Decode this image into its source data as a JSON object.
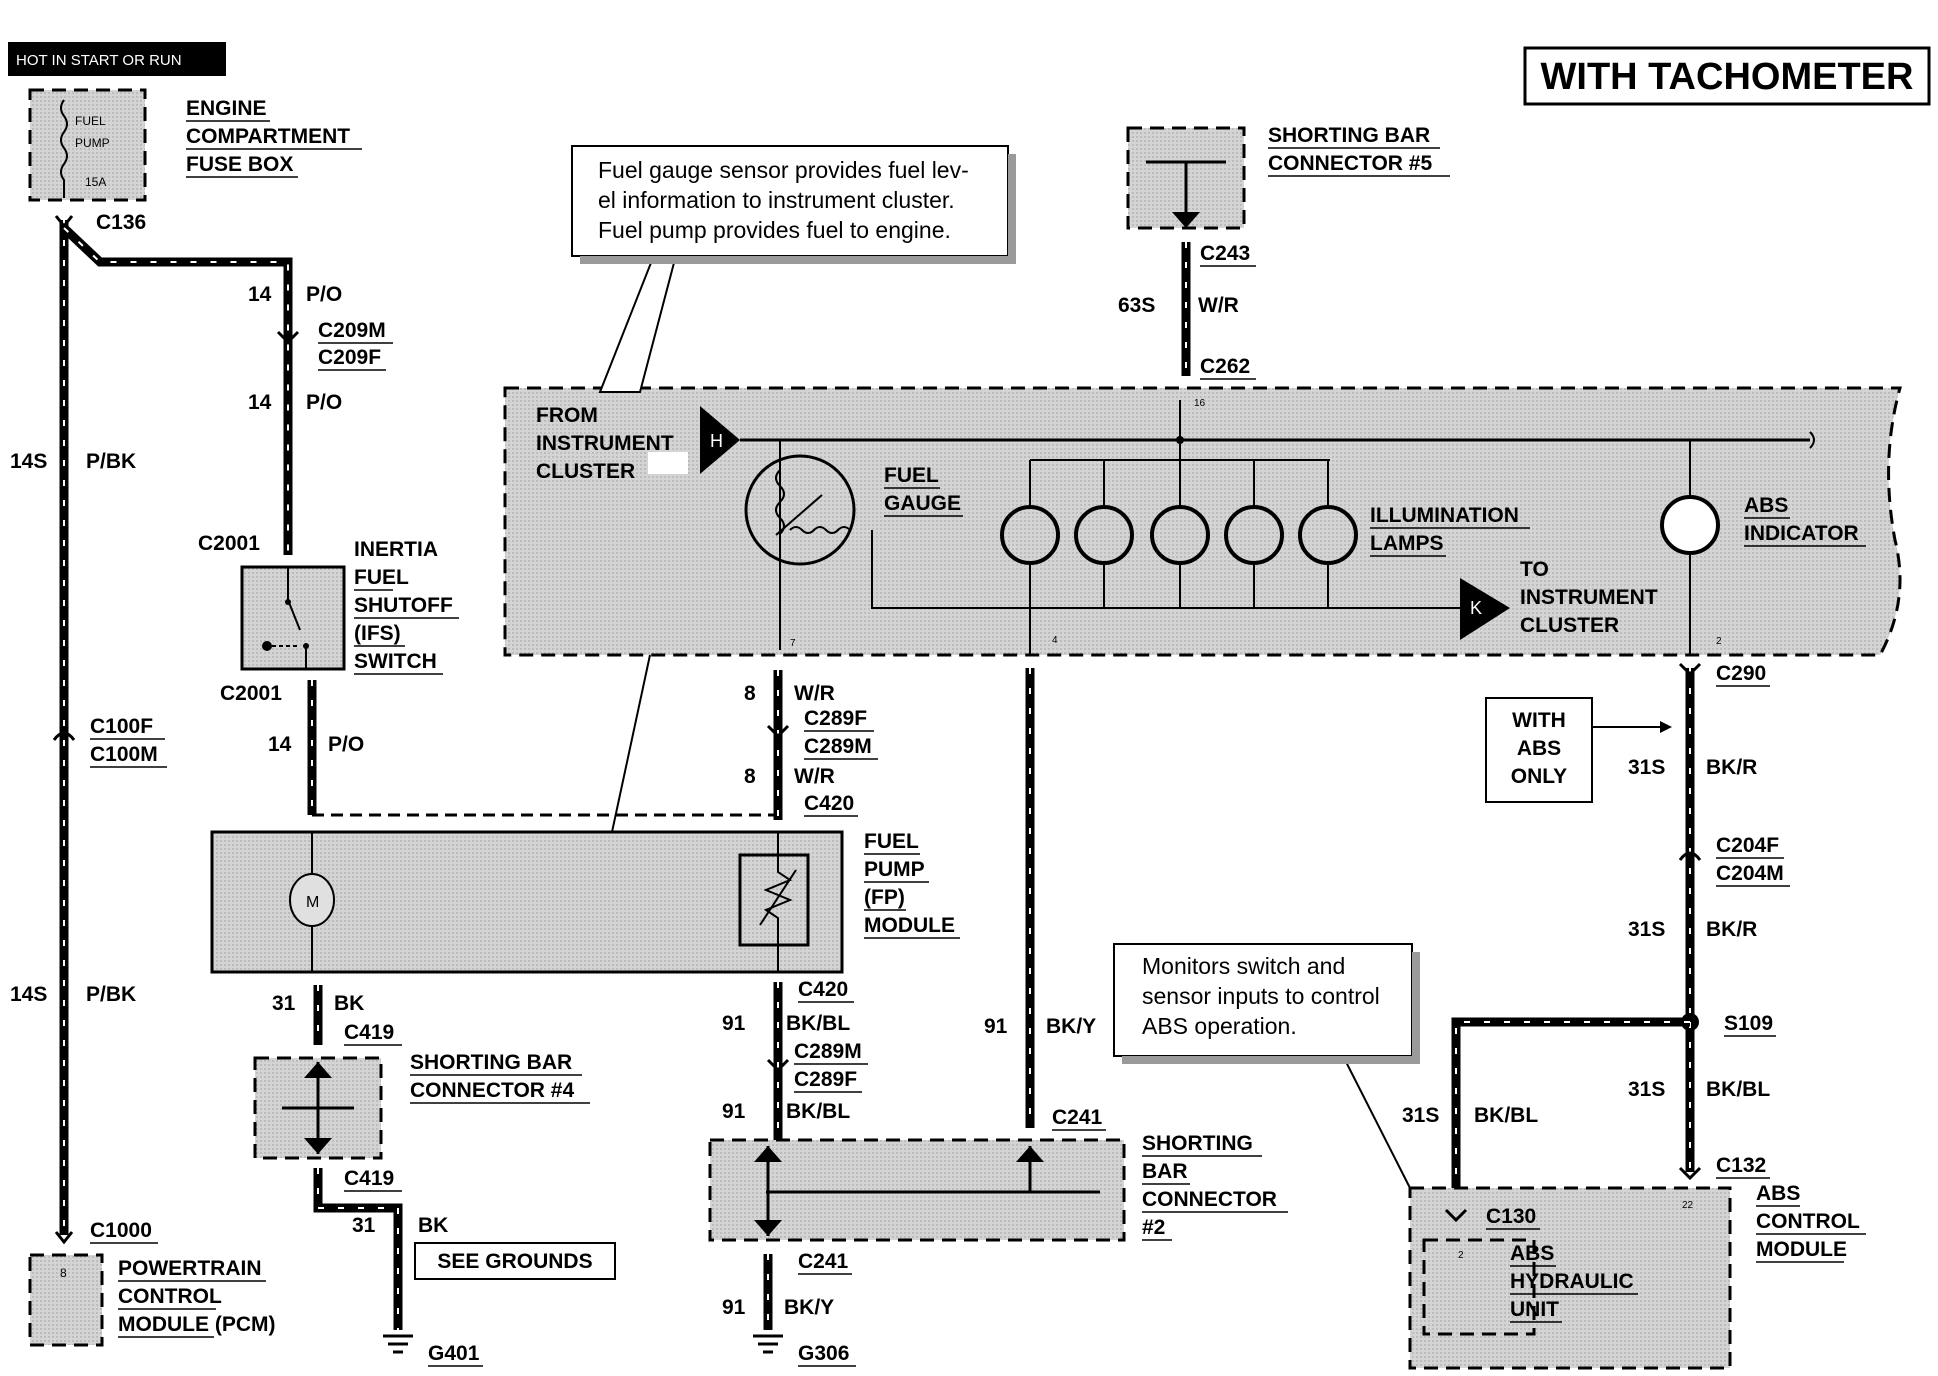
{
  "hot_label": "HOT IN START OR RUN",
  "title": "WITH TACHOMETER",
  "fuse": {
    "line1": "FUEL",
    "line2": "PUMP",
    "amps": "15A"
  },
  "engine_fuse_box": [
    "ENGINE",
    "COMPARTMENT",
    "FUSE BOX"
  ],
  "connectors": {
    "c136": "C136",
    "c209m": "C209M",
    "c209f": "C209F",
    "c2001a": "C2001",
    "c2001b": "C2001",
    "c100f": "C100F",
    "c100m": "C100M",
    "c1000": "C1000",
    "c243": "C243",
    "c262": "C262",
    "c289f_a": "C289F",
    "c289m_a": "C289M",
    "c420a": "C420",
    "c420b": "C420",
    "c289m_b": "C289M",
    "c289f_b": "C289F",
    "c419a": "C419",
    "c419b": "C419",
    "c241a": "C241",
    "c241b": "C241",
    "c290": "C290",
    "c204f": "C204F",
    "c204m": "C204M",
    "s109": "S109",
    "c132": "C132",
    "c130": "C130"
  },
  "wires": {
    "w14_po_1": [
      "14",
      "P/O"
    ],
    "w14_po_2": [
      "14",
      "P/O"
    ],
    "w14_po_3": [
      "14",
      "P/O"
    ],
    "w14s_pbk_1": [
      "14S",
      "P/BK"
    ],
    "w14s_pbk_2": [
      "14S",
      "P/BK"
    ],
    "w63s": [
      "63S",
      "W/R"
    ],
    "w8_wr_1": [
      "8",
      "W/R"
    ],
    "w8_wr_2": [
      "8",
      "W/R"
    ],
    "w31_bk_1": [
      "31",
      "BK"
    ],
    "w31_bk_2": [
      "31",
      "BK"
    ],
    "w91_bkbl_1": [
      "91",
      "BK/BL"
    ],
    "w91_bkbl_2": [
      "91",
      "BK/BL"
    ],
    "w91_bky_1": [
      "91",
      "BK/Y"
    ],
    "w91_bky_2": [
      "91",
      "BK/Y"
    ],
    "w31s_bkr_1": [
      "31S",
      "BK/R"
    ],
    "w31s_bkr_2": [
      "31S",
      "BK/R"
    ],
    "w31s_bkbl_1": [
      "31S",
      "BK/BL"
    ],
    "w31s_bkbl_2": [
      "31S",
      "BK/BL"
    ]
  },
  "inertia_switch": [
    "INERTIA",
    "FUEL",
    "SHUTOFF",
    "(IFS)",
    "SWITCH"
  ],
  "pcm": {
    "pin": "8",
    "lines": [
      "POWERTRAIN",
      "CONTROL",
      "MODULE (PCM)"
    ]
  },
  "shorting_bar_5": [
    "SHORTING BAR",
    "CONNECTOR #5"
  ],
  "shorting_bar_4": [
    "SHORTING BAR",
    "CONNECTOR #4"
  ],
  "shorting_bar_2": [
    "SHORTING",
    "BAR",
    "CONNECTOR",
    "#2"
  ],
  "cluster": {
    "from": [
      "FROM",
      "INSTRUMENT",
      "CLUSTER"
    ],
    "h_letter": "H",
    "k_letter": "K",
    "fuel_gauge": [
      "FUEL",
      "GAUGE"
    ],
    "illumination": [
      "ILLUMINATION",
      "LAMPS"
    ],
    "to_cluster": [
      "TO",
      "INSTRUMENT",
      "CLUSTER"
    ],
    "abs_indicator": [
      "ABS",
      "INDICATOR"
    ],
    "pins": {
      "p16": "16",
      "p7": "7",
      "p4": "4",
      "p2": "2"
    }
  },
  "callout_cluster": [
    "Fuel gauge sensor provides fuel lev-",
    "el information to instrument cluster.",
    "Fuel pump provides fuel to engine."
  ],
  "callout_abs": [
    "Monitors switch and",
    "sensor inputs to control",
    "ABS operation."
  ],
  "fuel_pump_module": {
    "motor": "M",
    "lines": [
      "FUEL",
      "PUMP",
      "(FP)",
      "MODULE"
    ]
  },
  "abs_only": [
    "WITH",
    "ABS",
    "ONLY"
  ],
  "see_grounds": "SEE GROUNDS",
  "grounds": {
    "g401": "G401",
    "g306": "G306"
  },
  "abs_module": {
    "lines": [
      "ABS",
      "CONTROL",
      "MODULE"
    ],
    "pin22": "22",
    "pin2": "2",
    "hydraulic": [
      "ABS",
      "HYDRAULIC",
      "UNIT"
    ]
  }
}
